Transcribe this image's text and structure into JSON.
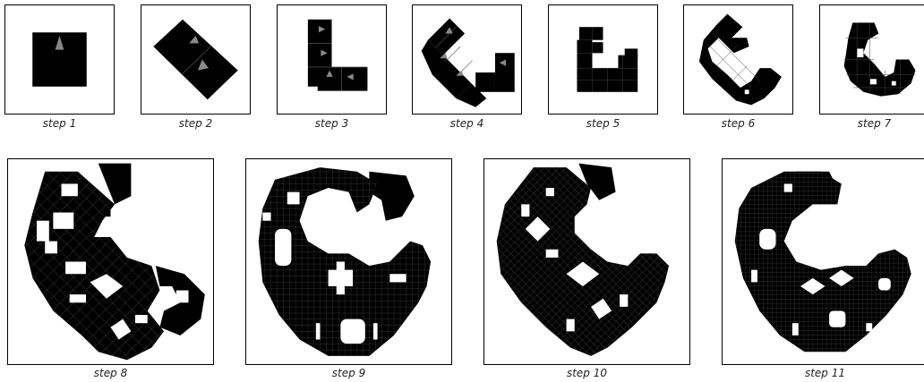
{
  "figure": {
    "steps": [
      {
        "label": "step 1"
      },
      {
        "label": "step 2"
      },
      {
        "label": "step 3"
      },
      {
        "label": "step 4"
      },
      {
        "label": "step 5"
      },
      {
        "label": "step 6"
      },
      {
        "label": "step 7"
      },
      {
        "label": "step 8"
      },
      {
        "label": "step 9"
      },
      {
        "label": "step 10"
      },
      {
        "label": "step 11"
      }
    ],
    "colors": {
      "fill": "#000000",
      "arrow": "#888888",
      "border": "#000000",
      "background": "#ffffff"
    }
  }
}
